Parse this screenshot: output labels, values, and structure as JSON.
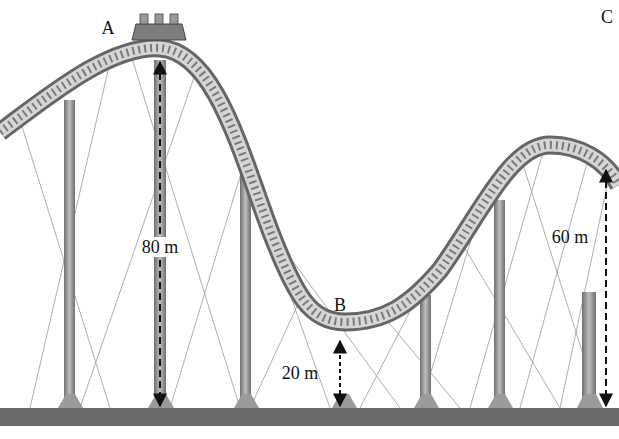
{
  "diagram": {
    "labels": [
      "A",
      "C",
      "80 m",
      "60 m",
      "B",
      "20 m"
    ]
  }
}
